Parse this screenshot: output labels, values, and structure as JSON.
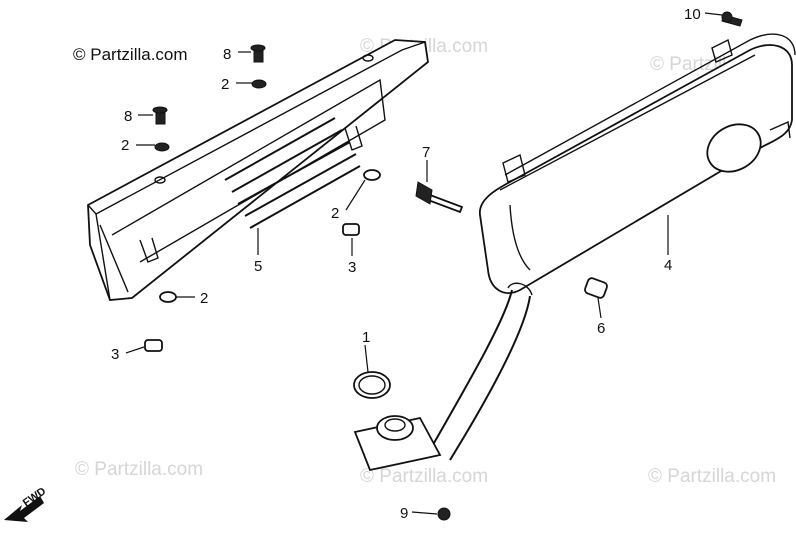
{
  "copyright": "© Partzilla.com",
  "watermarks": [
    "© Partzilla.com",
    "© Partzilla.com",
    "© Partzilla.com",
    "© Partzilla.com",
    "© Partzilla.com"
  ],
  "direction_label": "FWD",
  "callouts": {
    "c1": "1",
    "c2a": "2",
    "c2b": "2",
    "c2c": "2",
    "c2d": "2",
    "c3a": "3",
    "c3b": "3",
    "c4": "4",
    "c5": "5",
    "c6": "6",
    "c7": "7",
    "c8a": "8",
    "c8b": "8",
    "c9": "9",
    "c10": "10"
  },
  "colors": {
    "line": "#111111",
    "watermark": "#d6d6d6",
    "background": "#ffffff"
  }
}
